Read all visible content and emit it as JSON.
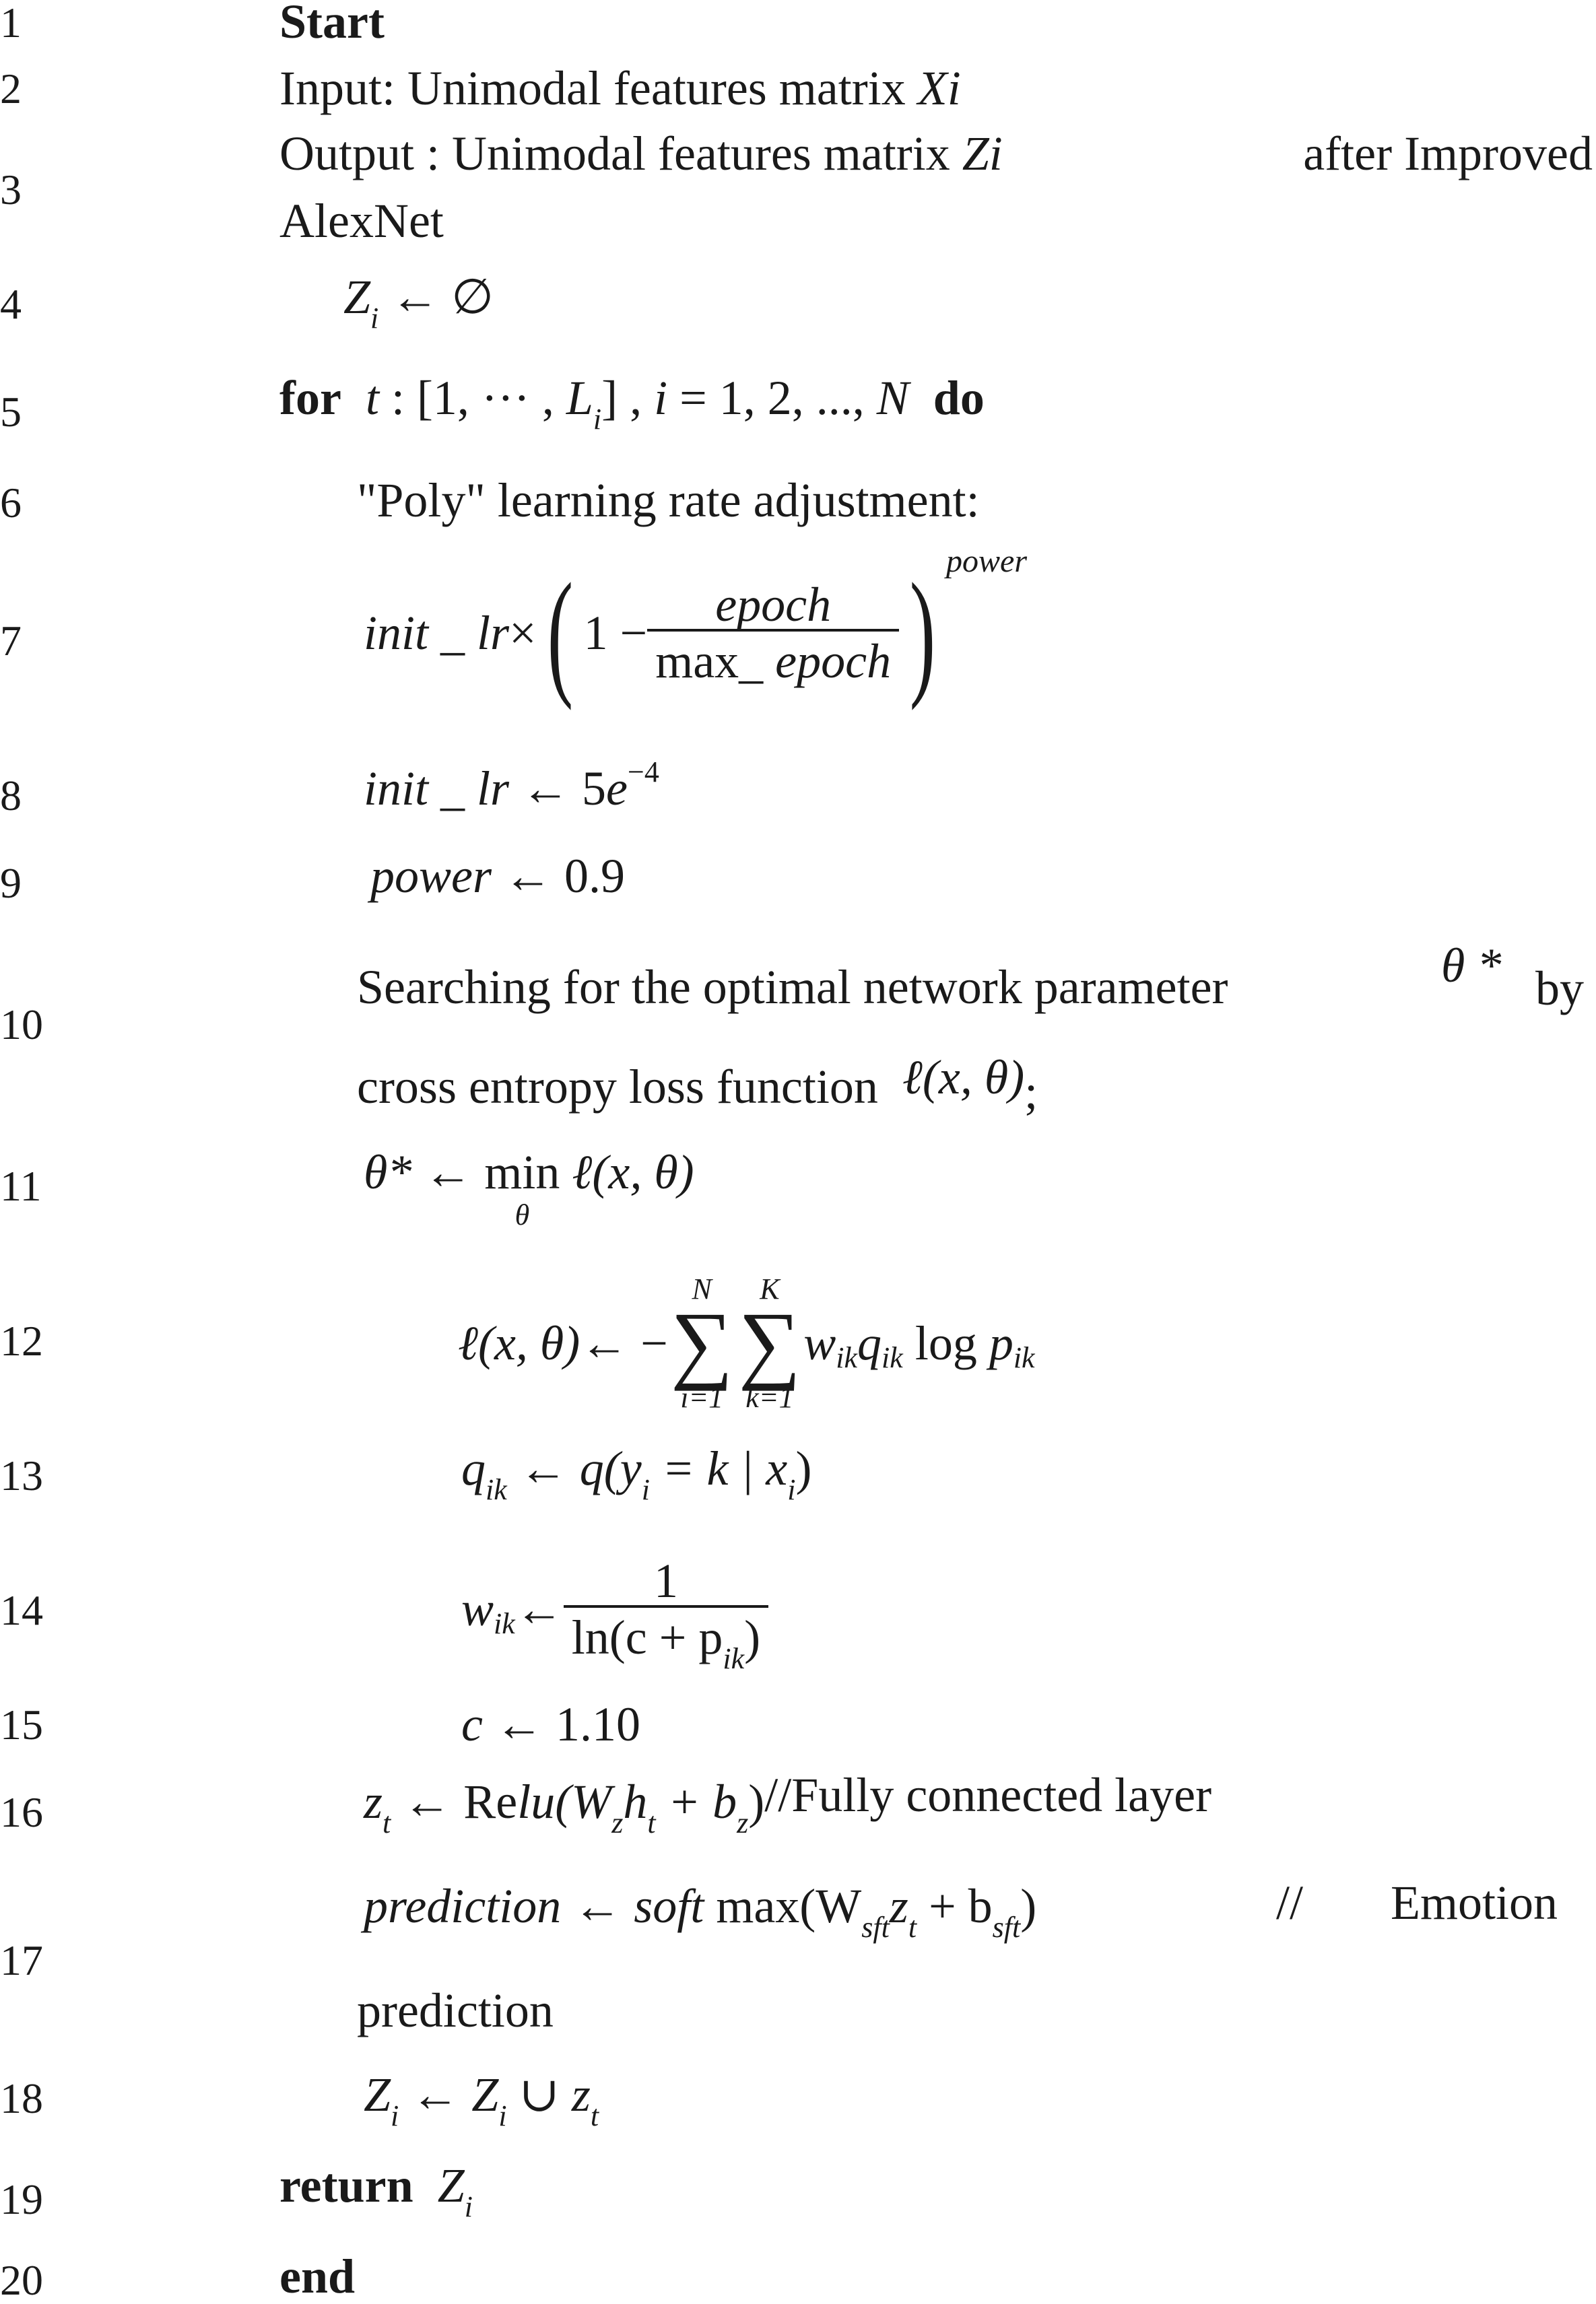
{
  "line_numbers": [
    "1",
    "2",
    "3",
    "4",
    "5",
    "6",
    "7",
    "8",
    "9",
    "10",
    "11",
    "12",
    "13",
    "14",
    "15",
    "16",
    "17",
    "18",
    "19",
    "20"
  ],
  "l1": {
    "start": "Start"
  },
  "l2": {
    "text": "Input: Unimodal features matrix ",
    "var": "Xi"
  },
  "l3": {
    "text_a": "Output : Unimodal features matrix ",
    "var": "Zi",
    "text_b": " after Improved",
    "text_c": "AlexNet"
  },
  "l4": {
    "lhs": "Z",
    "sub": "i",
    "op": " ← ∅"
  },
  "l5": {
    "kw_for": "for",
    "t": "t",
    "range_a": " : [1, ··· , ",
    "L": "L",
    "Lsub": "i",
    "range_b": "] , ",
    "i": "i",
    "range_c": " = 1, 2, ..., ",
    "N": "N",
    "kw_do": "do"
  },
  "l6": {
    "text": "\"Poly\" learning rate adjustment:"
  },
  "l7": {
    "init": "init _ lr",
    "times": " × ",
    "one": "1 − ",
    "num": "epoch",
    "den_a": "max_ ",
    "den_b": "epoch",
    "power": "power"
  },
  "l8": {
    "init": "init _ lr",
    "arrow": " ← 5",
    "e": "e",
    "exp": "−4"
  },
  "l9": {
    "power": "power",
    "rest": " ← 0.9"
  },
  "l10": {
    "text_a": "Searching for the optimal network parameter",
    "theta": "θ *",
    "by": "by",
    "text_b": "cross entropy loss function",
    "loss": "ℓ(x, θ)",
    "semi": ";"
  },
  "l11": {
    "theta": "θ*",
    "arrow": " ← ",
    "min": "min",
    "min_sub": "θ",
    "loss": "ℓ(x, θ)"
  },
  "l12": {
    "lhs": "ℓ(x, θ)",
    "arrow": " ← −",
    "s1_top": "N",
    "s1_bot": "i=1",
    "s2_top": "K",
    "s2_bot": "k=1",
    "sigma": "∑",
    "w": "w",
    "q": "q",
    "ik": "ik",
    "log": " log ",
    "p": "p"
  },
  "l13": {
    "q": "q",
    "ik": "ik",
    "rest_a": " ← q(y",
    "yi": "i",
    "rest_b": " = k | x",
    "xi": "i",
    "rest_c": ")"
  },
  "l14": {
    "w": "w",
    "ik": "ik",
    "arrow": " ← ",
    "num": "1",
    "den_a": "ln(c + p",
    "den_sub": "ik",
    "den_b": ")"
  },
  "l15": {
    "c": "c",
    "rest": " ← 1.10"
  },
  "l16": {
    "z": "z",
    "t": "t",
    "a": " ← Re",
    "lu": "lu",
    "b": "(W",
    "zs": "z",
    "h": "h",
    "ts": "t",
    "c": " + b",
    "bz": "z",
    "d": ")",
    "comment": "//Fully connected layer"
  },
  "l17": {
    "pred": "prediction",
    "arrow": " ← ",
    "soft": "soft",
    "max": " max(W",
    "sft": "sft",
    "z": "z",
    "t": "t",
    "plus": " + b",
    "sft2": "sft",
    "close": ")",
    "slashes": "//",
    "emotion": "Emotion",
    "cont": "prediction"
  },
  "l18": {
    "Z": "Z",
    "i": "i",
    "a": " ← ",
    "Z2": "Z",
    "i2": "i",
    "b": " ∪ ",
    "z": "z",
    "t": "t"
  },
  "l19": {
    "kw": "return",
    "Z": "Z",
    "i": "i"
  },
  "l20": {
    "kw": "end"
  }
}
